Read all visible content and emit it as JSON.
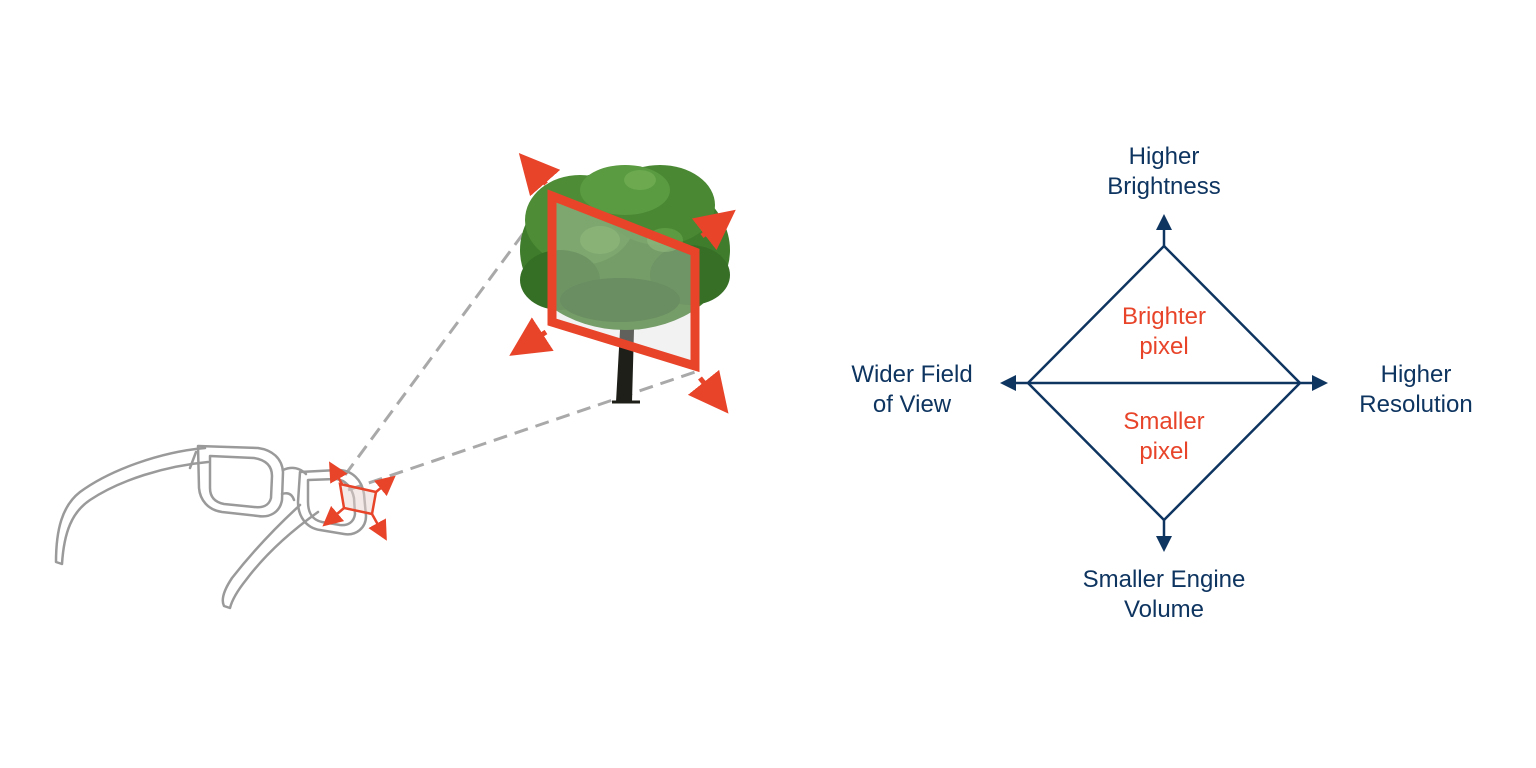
{
  "colors": {
    "navy": "#0e3460",
    "accent_red": "#e8442a",
    "projection_dash": "#a9a9a9",
    "glasses_outline": "#9a9a9a",
    "foliage": "#3f7d2c"
  },
  "illustration": {
    "icons": [
      "glasses-icon",
      "tree-icon",
      "virtual-image-frame",
      "expand-arrows-icon"
    ]
  },
  "diagram": {
    "top": {
      "line1": "Higher",
      "line2": "Brightness"
    },
    "bottom": {
      "line1": "Smaller Engine",
      "line2": "Volume"
    },
    "left": {
      "line1": "Wider Field",
      "line2": "of View"
    },
    "right": {
      "line1": "Higher",
      "line2": "Resolution"
    },
    "upper_center": {
      "line1": "Brighter",
      "line2": "pixel"
    },
    "lower_center": {
      "line1": "Smaller",
      "line2": "pixel"
    }
  }
}
